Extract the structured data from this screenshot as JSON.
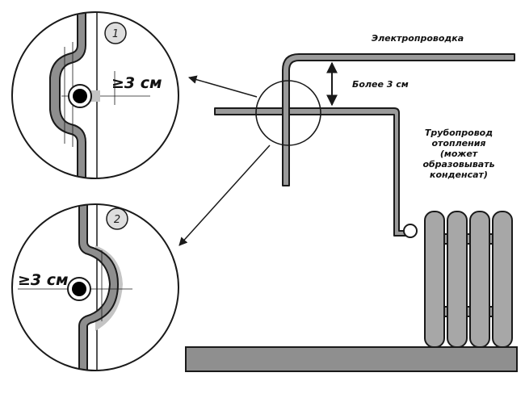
{
  "labels": {
    "wiring": "Электропроводка",
    "gap": "Более 3 см",
    "pipe_line1": "Трубопровод",
    "pipe_line2": "отопления",
    "pipe_line3": "(может",
    "pipe_line4": "образовывать",
    "pipe_line5": "конденсат)"
  },
  "detail_1": {
    "number": "1",
    "distance": "≥3 см"
  },
  "detail_2": {
    "number": "2",
    "distance": "≥3 см"
  },
  "colors": {
    "pipe_fill": "#9a9a9a",
    "outline": "#1a1a1a",
    "radiator_fill": "#a7a7a7",
    "floor_fill": "#8f8f8f",
    "insulation": "#c4c4c4",
    "badge_fill": "#dedede"
  }
}
